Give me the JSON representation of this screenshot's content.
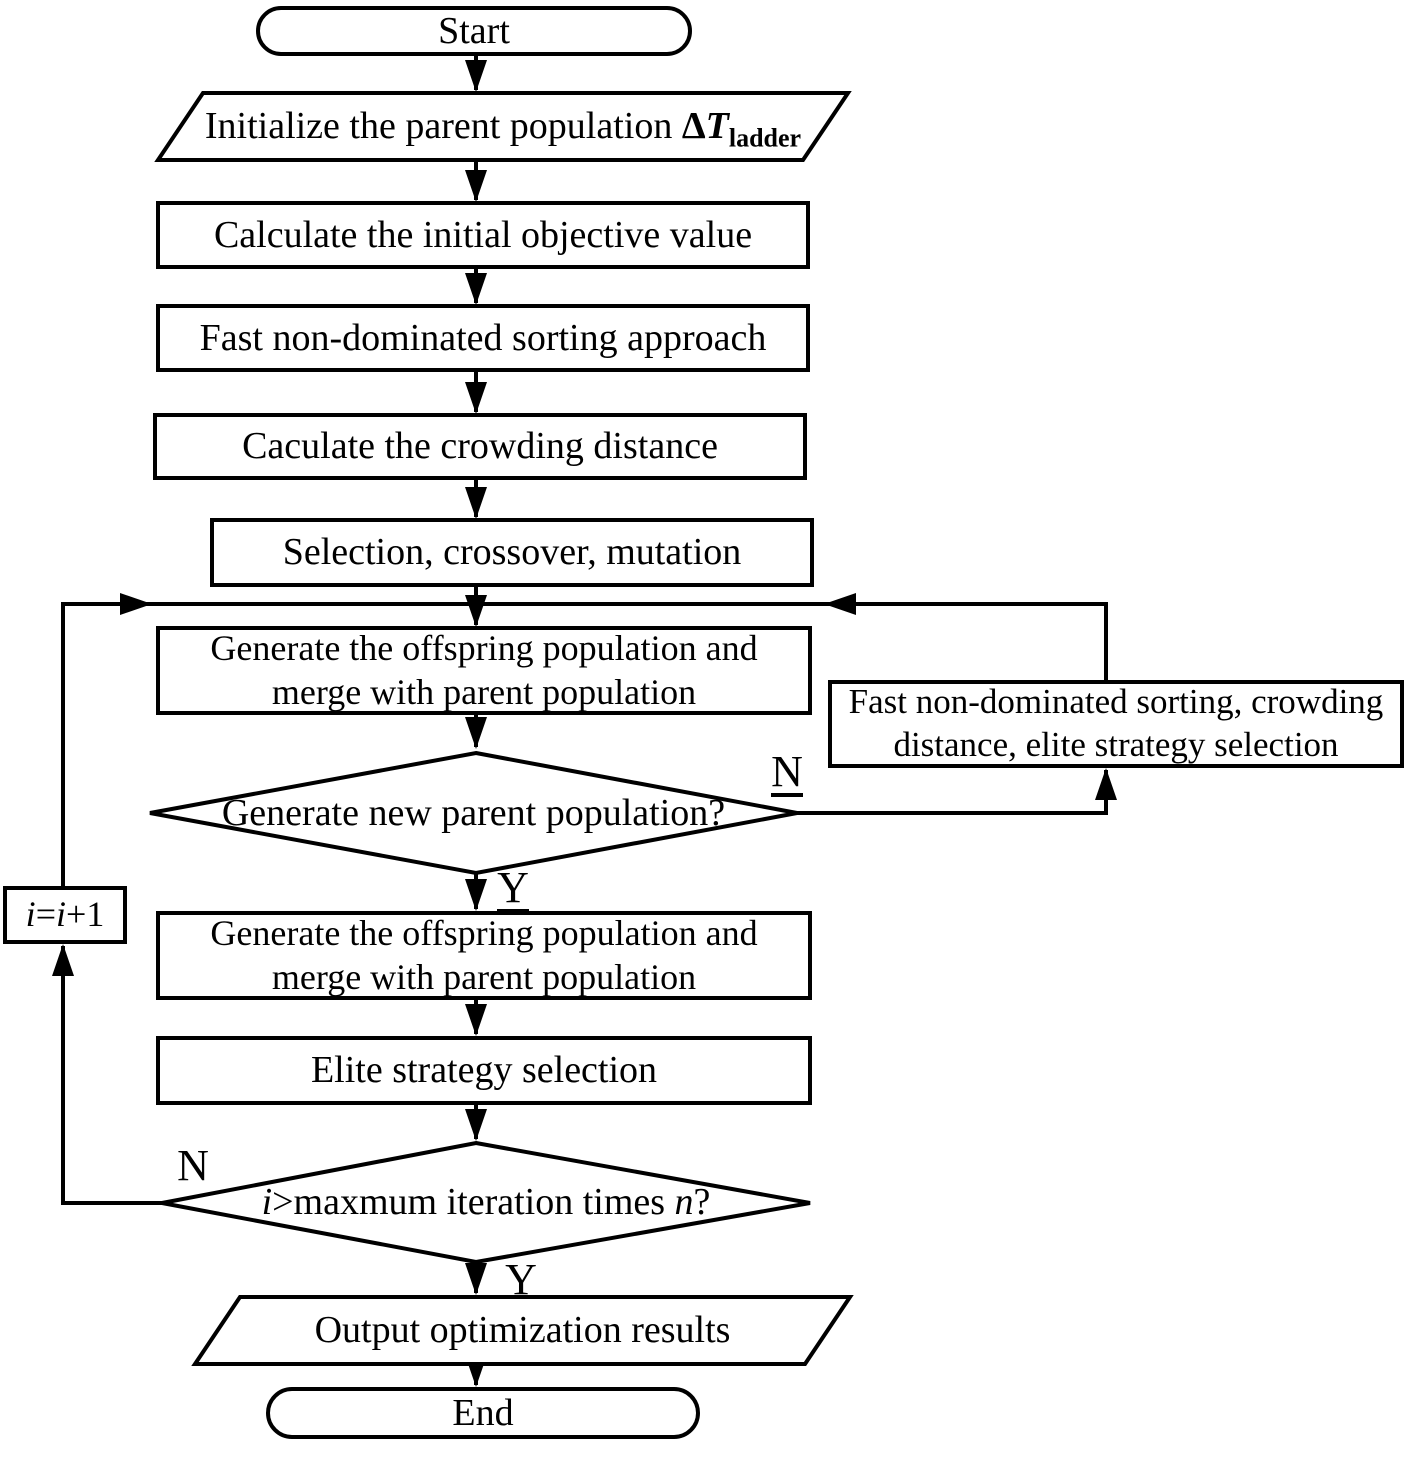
{
  "canvas": {
    "background": "#ffffff",
    "stroke_color": "#000000"
  },
  "nodes": {
    "start": {
      "label": "Start"
    },
    "initialize": {
      "prefix": "Initialize the parent population ",
      "delta": "Δ",
      "t": "T",
      "subscript": "ladder"
    },
    "calc_initial": {
      "label": "Calculate the initial objective value"
    },
    "fast_sort": {
      "label": "Fast non-dominated sorting approach"
    },
    "crowding": {
      "label": "Caculate the crowding distance"
    },
    "selection": {
      "label": "Selection, crossover, mutation"
    },
    "offspring_merge_1": {
      "label": "Generate the offspring population and merge with parent population"
    },
    "new_parent_decision": {
      "label": "Generate new parent population?"
    },
    "feedback": {
      "label": "Fast non-dominated sorting,  crowding distance, elite strategy selection"
    },
    "offspring_merge_2": {
      "label": "Generate the offspring population and merge with parent population"
    },
    "elite": {
      "label": "Elite strategy selection"
    },
    "increment": {
      "i1": "i",
      "equals": "=",
      "i2": "i",
      "suffix": "+1"
    },
    "iteration_decision": {
      "i": "i",
      "text": ">maxmum iteration times ",
      "n": "n",
      "question": "?"
    },
    "output": {
      "label": "Output optimization results"
    },
    "end": {
      "label": "End"
    }
  },
  "edge_labels": {
    "new_parent_no": "N",
    "new_parent_yes": "Y",
    "iteration_no": "N",
    "iteration_yes": "Y"
  }
}
